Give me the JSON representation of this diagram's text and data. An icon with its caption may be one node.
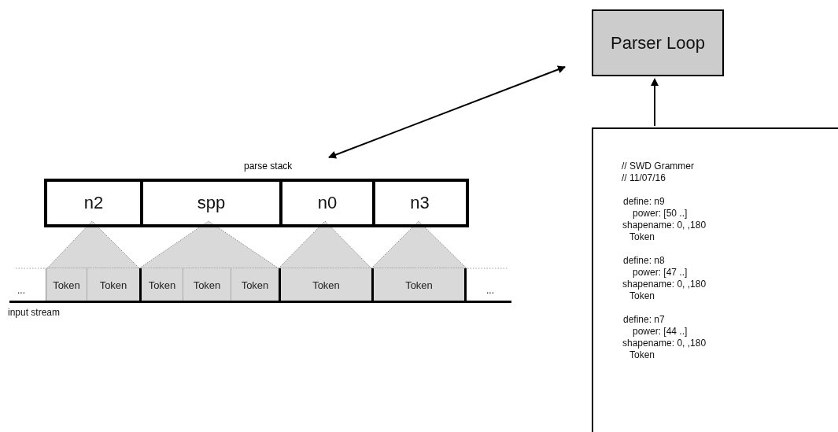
{
  "diagram": {
    "nodes": [
      {
        "text": [
          "Parser Loop"
        ]
      },
      {
        "text": [
          "parse stack"
        ]
      },
      {
        "text": [
          "n2"
        ],
        "in": 1
      },
      {
        "text": [
          "spp"
        ],
        "in": 1
      },
      {
        "text": [
          "n0"
        ],
        "in": 1
      },
      {
        "text": [
          "n3"
        ],
        "in": 1
      },
      {
        "text": [
          "// SWD Grammer",
          "// 11/07/16",
          "define: n9",
          "power: [50 ..]",
          "shapename: 0, ,180",
          "Token",
          "define: n8",
          "power: [47 ..]",
          "shapename: 0, ,180",
          "Token",
          "define: n7",
          "power: [44 ..]",
          "shapename: 0, ,180",
          "Token"
        ]
      },
      {
        "text": [
          "Token"
        ]
      },
      {
        "text": [
          "Token"
        ]
      },
      {
        "text": [
          "Token"
        ]
      },
      {
        "text": [
          "Token"
        ]
      },
      {
        "text": [
          "Token"
        ]
      },
      {
        "text": [
          "Token"
        ]
      },
      {
        "text": [
          "Token"
        ]
      }
    ],
    "edges": [
      {
        "from": 0,
        "to": 1,
        "arrow": "both"
      },
      {
        "from": 6,
        "to": 0,
        "arrow": "to"
      }
    ],
    "labels": [
      "...",
      "...",
      "input stream"
    ]
  }
}
